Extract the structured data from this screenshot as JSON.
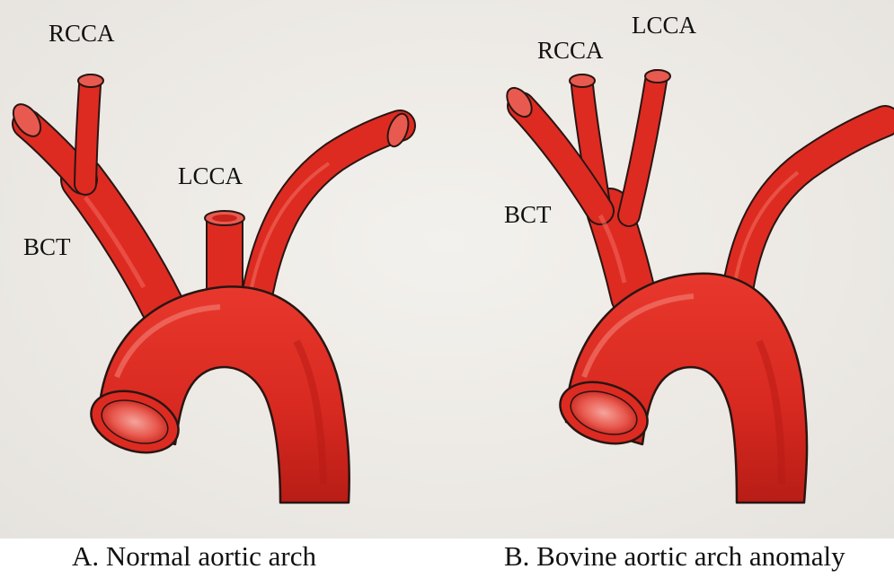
{
  "panels": [
    {
      "caption": "A. Normal aortic arch",
      "labels": {
        "rcca": "RCCA",
        "lcca": "LCCA",
        "bct": "BCT"
      }
    },
    {
      "caption": "B. Bovine aortic arch anomaly",
      "labels": {
        "rcca": "RCCA",
        "lcca": "LCCA",
        "bct": "BCT"
      }
    }
  ],
  "colors": {
    "vessel": "#dd2b22",
    "vessel_dark": "#b51a14",
    "vessel_light": "#f26a5e",
    "outline": "#2a1512",
    "paper": "#ece9e4"
  }
}
